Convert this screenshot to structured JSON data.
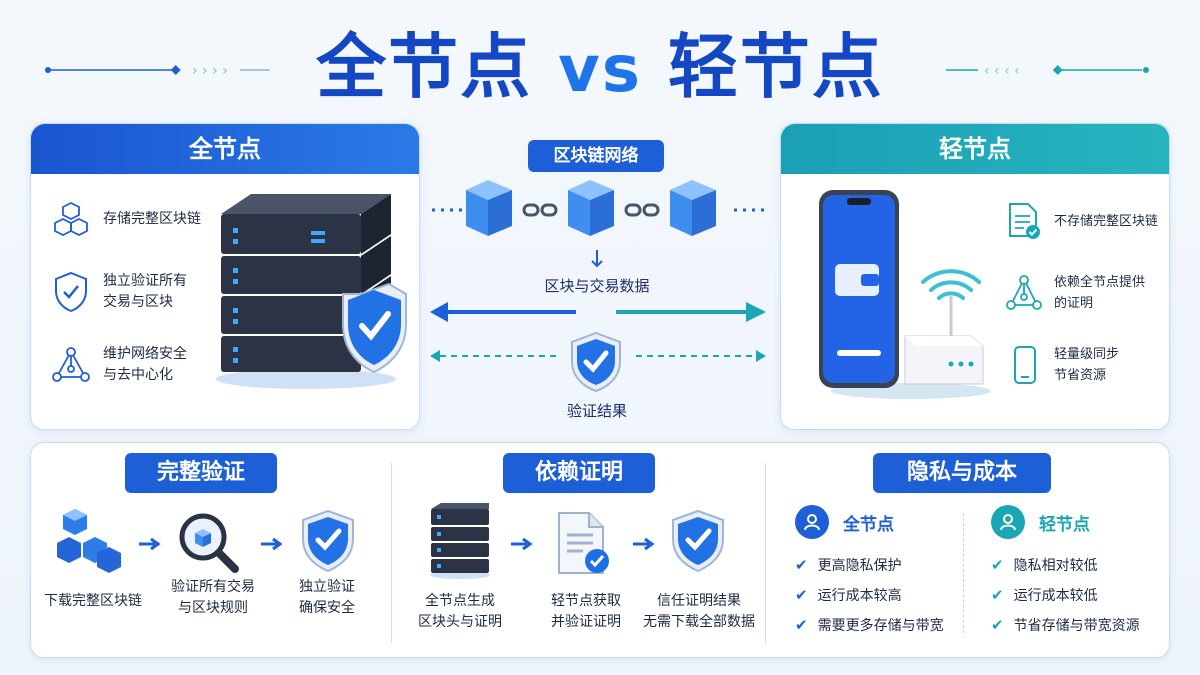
{
  "title": {
    "left": "全节点",
    "vs": "vs",
    "right": "轻节点"
  },
  "full_node": {
    "header": "全节点",
    "items": [
      {
        "icon": "cubes-icon",
        "text": "存储完整区块链"
      },
      {
        "icon": "shield-check-icon",
        "text": "独立验证所有\n交易与区块"
      },
      {
        "icon": "network-icon",
        "text": "维护网络安全\n与去中心化"
      }
    ]
  },
  "network": {
    "label": "区块链网络",
    "data_label": "区块与交易数据",
    "result_label": "验证结果"
  },
  "light_node": {
    "header": "轻节点",
    "items": [
      {
        "icon": "document-check-icon",
        "text": "不存储完整区块链"
      },
      {
        "icon": "network-icon",
        "text": "依赖全节点提供\n的证明"
      },
      {
        "icon": "phone-icon",
        "text": "轻量级同步\n节省资源"
      }
    ]
  },
  "bottom": {
    "verify": {
      "title": "完整验证",
      "steps": [
        "下载完整区块链",
        "验证所有交易\n与区块规则",
        "独立验证\n确保安全"
      ]
    },
    "proof": {
      "title": "依赖证明",
      "steps": [
        "全节点生成\n区块头与证明",
        "轻节点获取\n并验证证明",
        "信任证明结果\n无需下载全部数据"
      ]
    },
    "privacy": {
      "title": "隐私与成本",
      "full": {
        "label": "全节点",
        "rows": [
          "更高隐私保护",
          "运行成本较高",
          "需要更多存储与带宽"
        ]
      },
      "light": {
        "label": "轻节点",
        "rows": [
          "隐私相对较低",
          "运行成本较低",
          "节省存储与带宽资源"
        ]
      }
    }
  },
  "colors": {
    "primary": "#1d5fd6",
    "teal": "#1aa6b4",
    "title": "#1447c4"
  }
}
